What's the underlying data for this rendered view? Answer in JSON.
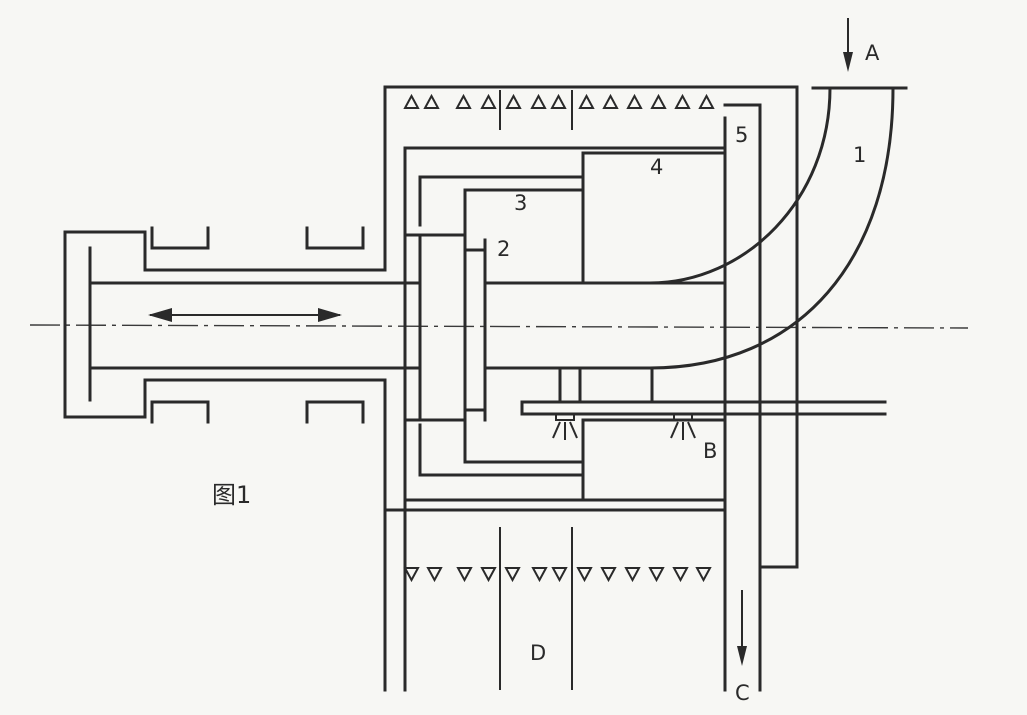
{
  "labels": {
    "A": "A",
    "B": "B",
    "C": "C",
    "D": "D",
    "n1": "1",
    "n2": "2",
    "n3": "3",
    "n4": "4",
    "n5": "5"
  },
  "caption": "图1"
}
